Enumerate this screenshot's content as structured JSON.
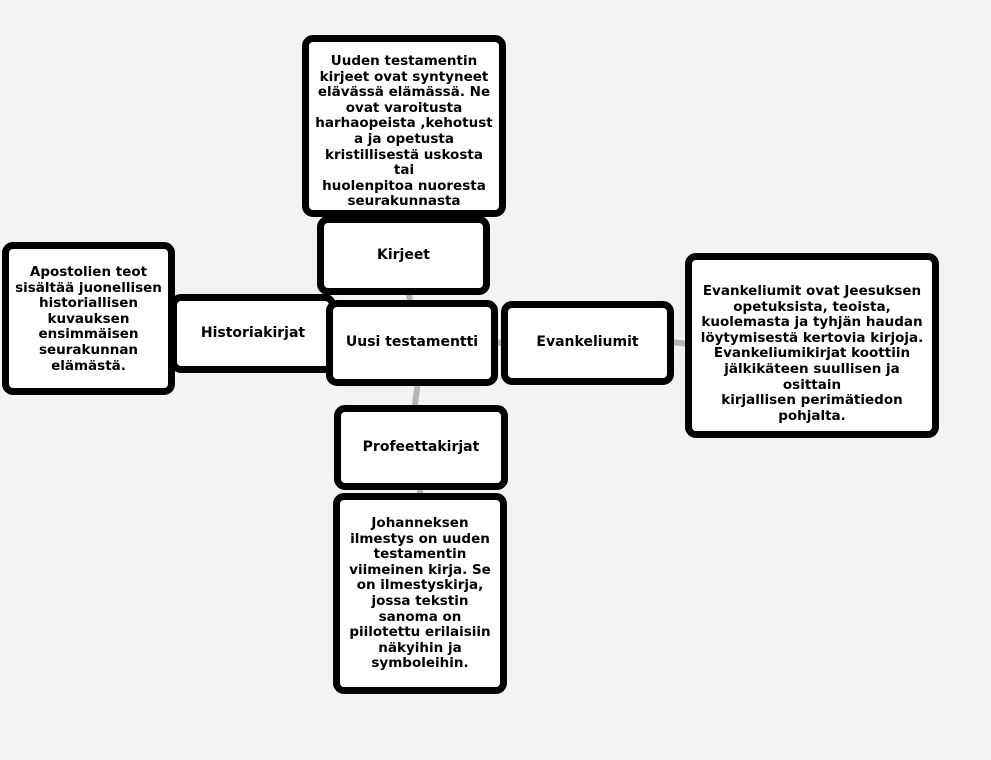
{
  "diagram": {
    "center": {
      "label": "Uusi testamentti"
    },
    "branches": {
      "kirjeet": {
        "label": "Kirjeet",
        "description": "Uuden testamentin\nkirjeet ovat syntyneet\nelävässä elämässä. Ne\novat varoitusta\nharhaopeista ,kehotust\na ja opetusta\nkristillisestä uskosta tai\nhuolenpitoa nuoresta\nseurakunnasta"
      },
      "historiakirjat": {
        "label": "Historiakirjat",
        "description": "Apostolien teot\nsisältää juonellisen\nhistoriallisen\nkuvauksen\nensimmäisen\nseurakunnan\nelämästä."
      },
      "evankeliumit": {
        "label": "Evankeliumit",
        "description": "Evankeliumit ovat Jeesuksen\nopetuksista, teoista,\nkuolemasta ja tyhjän haudan\nlöytymisestä kertovia kirjoja.\nEvankeliumikirjat koottiin\njälkikäteen suullisen ja osittain\nkirjallisen perimätiedon\npohjalta."
      },
      "profeettakirjat": {
        "label": "Profeettakirjat",
        "description": "Johanneksen\nilmestys on uuden\ntestamentin\nviimeinen kirja. Se\non ilmestyskirja,\njossa tekstin\nsanoma on\npiilotettu erilaisiin\nnäkyihin ja\nsymboleihin."
      }
    }
  }
}
